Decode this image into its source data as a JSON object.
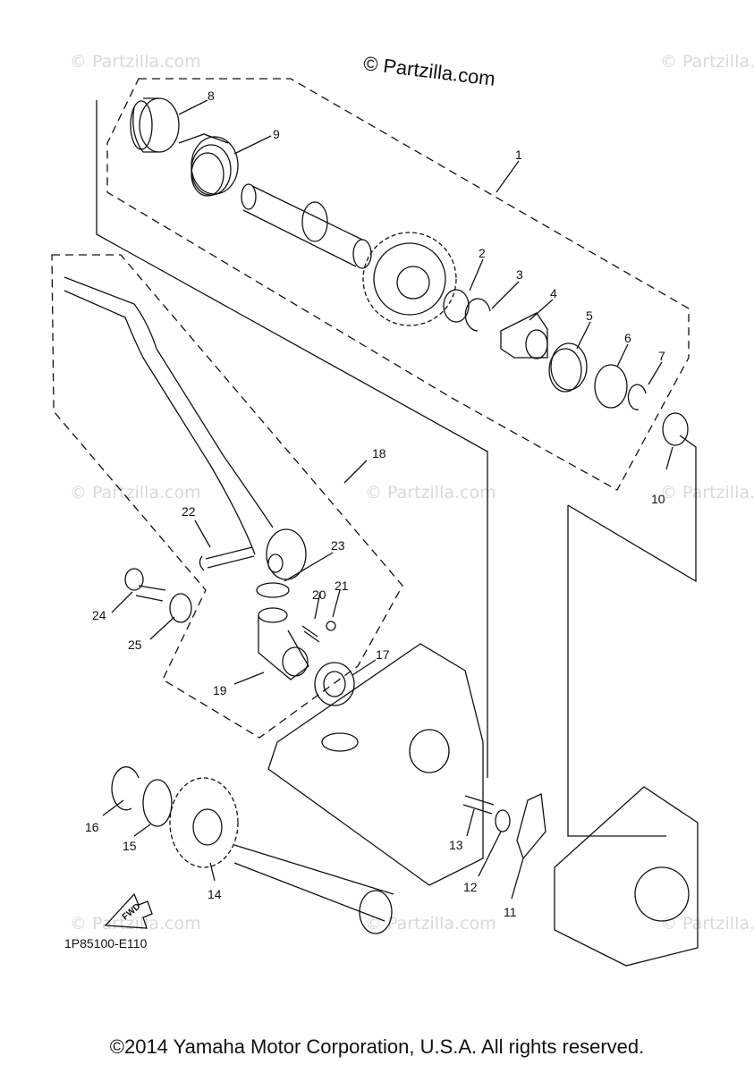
{
  "brand": {
    "watermark": "© Partzilla.com"
  },
  "diagram": {
    "drawing_code": "1P85100-E110",
    "fwd_label": "FWD",
    "part_numbers": [
      "1",
      "2",
      "3",
      "4",
      "5",
      "6",
      "7",
      "8",
      "9",
      "10",
      "11",
      "12",
      "13",
      "14",
      "15",
      "16",
      "17",
      "18",
      "19",
      "20",
      "21",
      "22",
      "23",
      "24",
      "25"
    ]
  },
  "footer": {
    "copyright": "©2014 Yamaha Motor Corporation, U.S.A. All rights reserved."
  },
  "colors": {
    "line": "#111111",
    "watermark": "#d9d9d9",
    "background": "#ffffff"
  }
}
